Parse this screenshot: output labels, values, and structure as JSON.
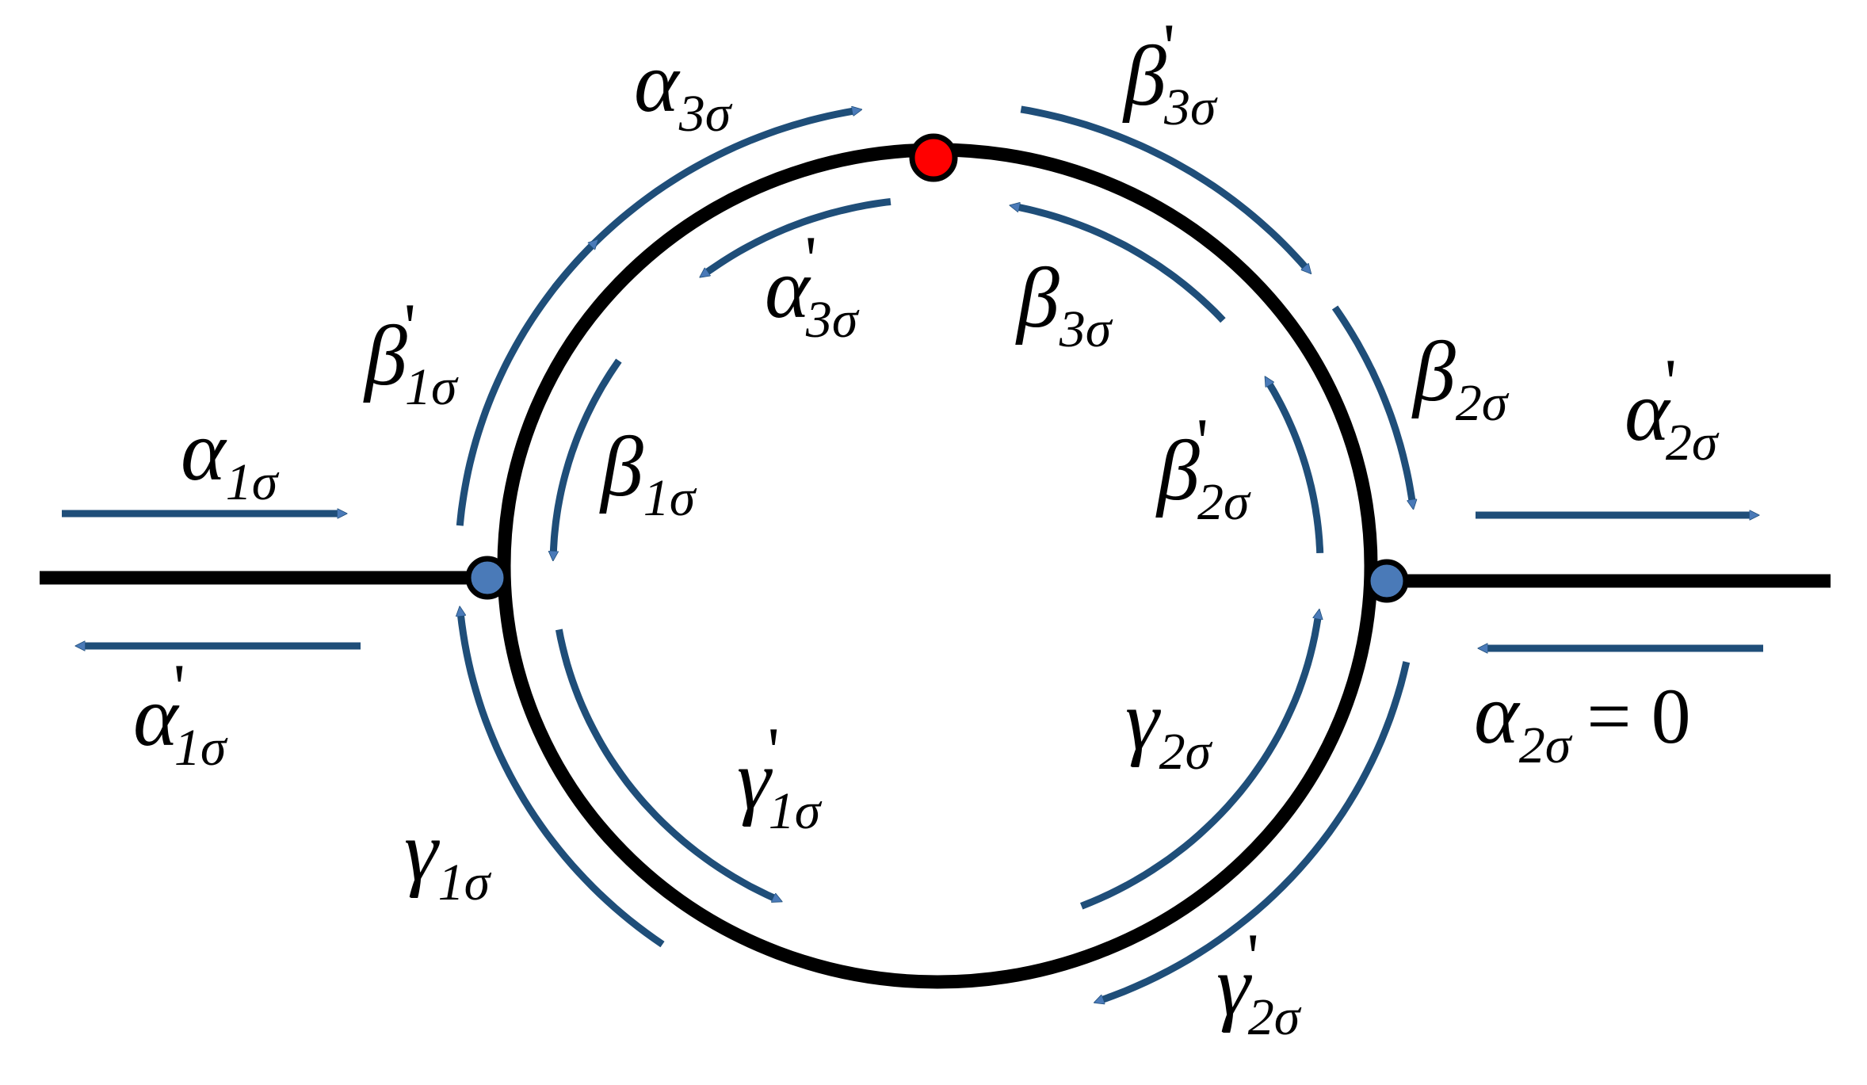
{
  "colors": {
    "background": "#ffffff",
    "wire": "#000000",
    "arrow": "#1f4e79",
    "arrow_head_fill": "#4a7ab8",
    "node_top": "#ff0000",
    "node_side": "#4a7ab8"
  },
  "labels": {
    "alpha1": {
      "sym": "α",
      "sub": "1σ",
      "prime": ""
    },
    "alpha1p": {
      "sym": "α",
      "sub": "1σ",
      "prime": "'"
    },
    "alpha2p": {
      "sym": "α",
      "sub": "2σ",
      "prime": "'"
    },
    "alpha2": {
      "sym": "α",
      "sub": "2σ",
      "prime": "",
      "suffix": "= 0"
    },
    "alpha3": {
      "sym": "α",
      "sub": "3σ",
      "prime": ""
    },
    "alpha3p": {
      "sym": "α",
      "sub": "3σ",
      "prime": "'"
    },
    "beta1": {
      "sym": "β",
      "sub": "1σ",
      "prime": ""
    },
    "beta1p": {
      "sym": "β",
      "sub": "1σ",
      "prime": "'"
    },
    "beta2": {
      "sym": "β",
      "sub": "2σ",
      "prime": ""
    },
    "beta2p": {
      "sym": "β",
      "sub": "2σ",
      "prime": "'"
    },
    "beta3": {
      "sym": "β",
      "sub": "3σ",
      "prime": ""
    },
    "beta3p": {
      "sym": "β",
      "sub": "3σ",
      "prime": "'"
    },
    "gamma1": {
      "sym": "γ",
      "sub": "1σ",
      "prime": ""
    },
    "gamma1p": {
      "sym": "γ",
      "sub": "1σ",
      "prime": "'"
    },
    "gamma2": {
      "sym": "γ",
      "sub": "2σ",
      "prime": ""
    },
    "gamma2p": {
      "sym": "γ",
      "sub": "2σ",
      "prime": "'"
    }
  }
}
